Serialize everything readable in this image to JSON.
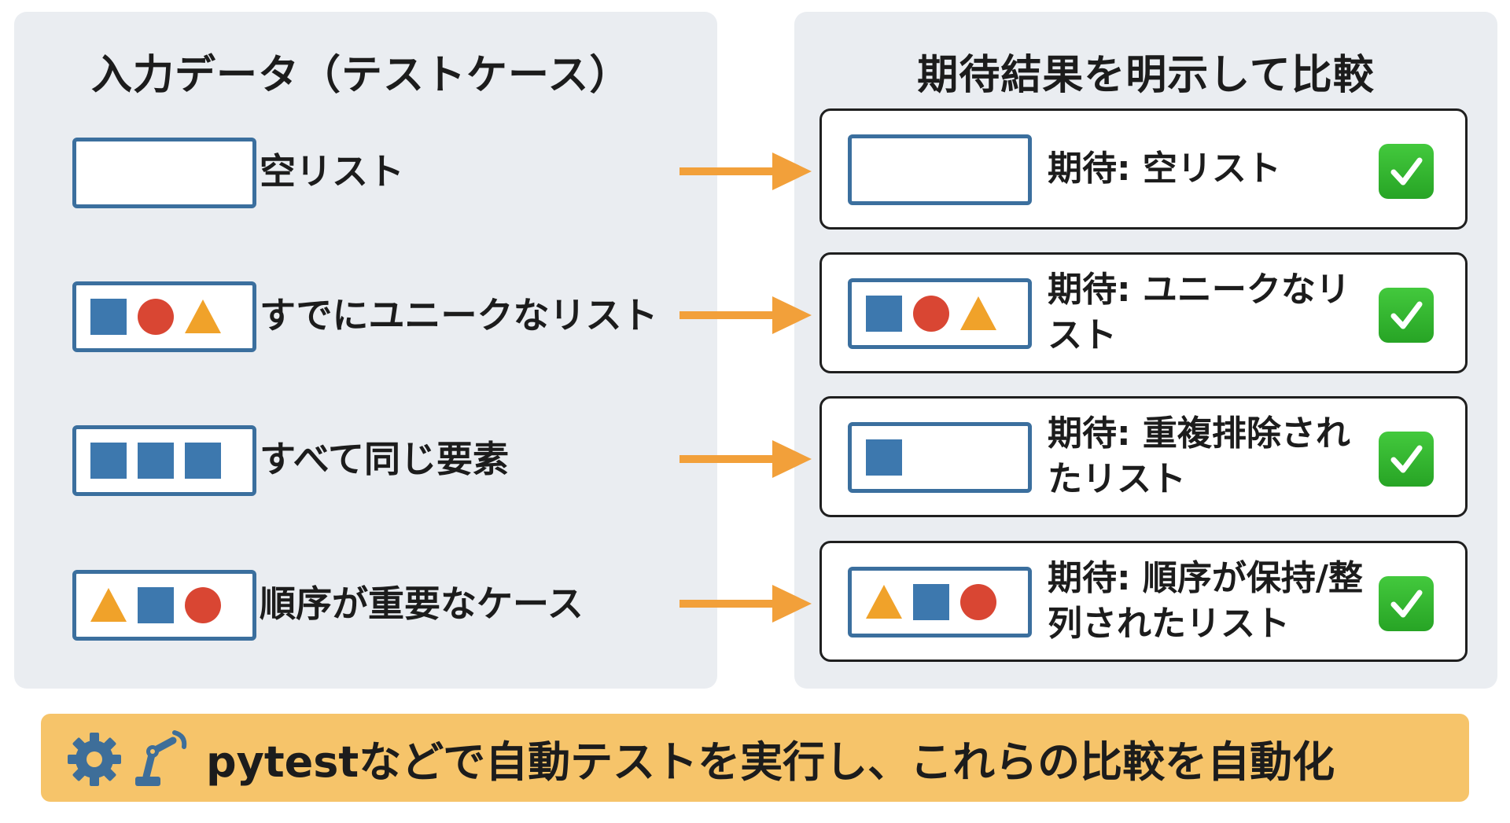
{
  "left_panel": {
    "title": "入力データ（テストケース）"
  },
  "right_panel": {
    "title": "期待結果を明示して比較"
  },
  "colors": {
    "box_border": "#3b6f9e",
    "square": "#3d78ae",
    "circle": "#d94633",
    "triangle": "#f0a22a",
    "arrow": "#f2a03a",
    "check": "#2fb52c",
    "banner": "#f6c46a"
  },
  "cases": [
    {
      "label": "空リスト",
      "input_shapes": [],
      "expected": "期待: 空リスト",
      "expected_shapes": []
    },
    {
      "label": "すでにユニークなリスト",
      "input_shapes": [
        "square",
        "circle",
        "triangle"
      ],
      "expected": "期待: ユニークなリスト",
      "expected_shapes": [
        "square",
        "circle",
        "triangle"
      ]
    },
    {
      "label": "すべて同じ要素",
      "input_shapes": [
        "square",
        "square",
        "square"
      ],
      "expected": "期待: 重複排除されたリスト",
      "expected_shapes": [
        "square"
      ]
    },
    {
      "label": "順序が重要なケース",
      "input_shapes": [
        "triangle",
        "square",
        "circle"
      ],
      "expected": "期待: 順序が保持/整列されたリスト",
      "expected_shapes": [
        "triangle",
        "square",
        "circle"
      ]
    }
  ],
  "banner": {
    "text": "pytestなどで自動テストを実行し、これらの比較を自動化",
    "icons": [
      "gear-icon",
      "robot-arm-icon"
    ]
  }
}
